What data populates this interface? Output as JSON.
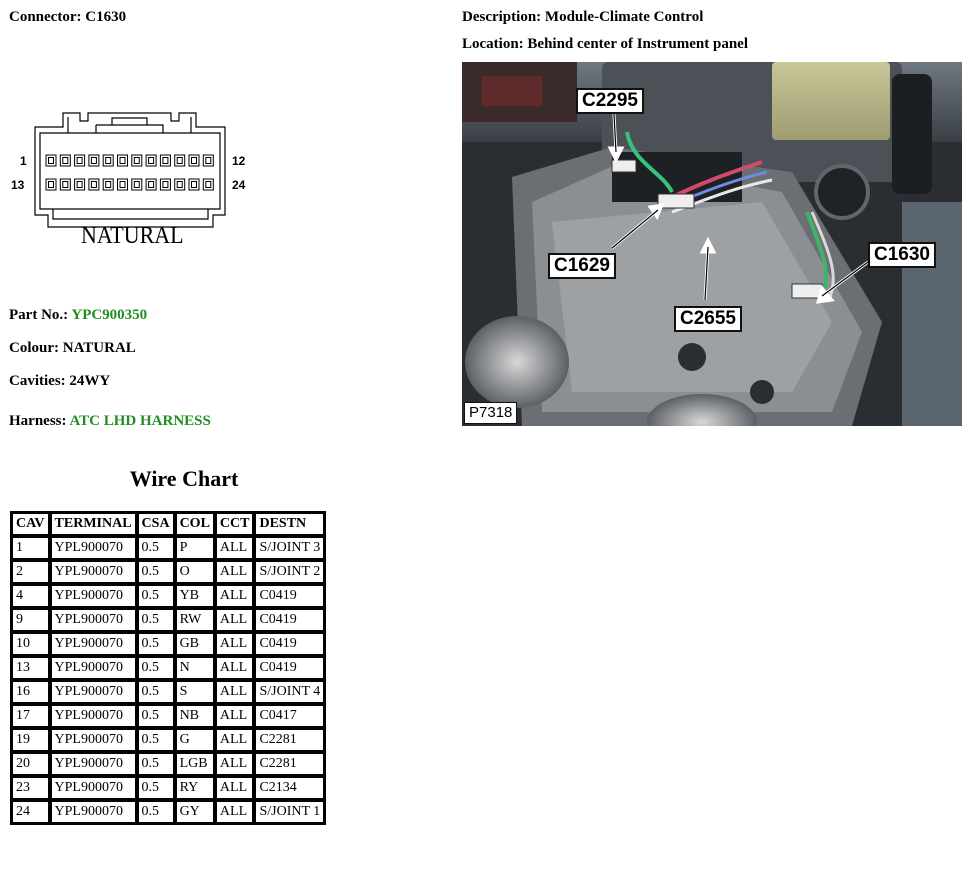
{
  "connector": {
    "label": "Connector:",
    "value": "C1630"
  },
  "description": {
    "label": "Description:",
    "value": "Module-Climate Control"
  },
  "location": {
    "label": "Location:",
    "value": "Behind center of Instrument panel"
  },
  "drawing": {
    "pin_left_top": "1",
    "pin_right_top": "12",
    "pin_left_bottom": "13",
    "pin_right_bottom": "24",
    "caption": "NATURAL"
  },
  "part_no": {
    "label": "Part No.:",
    "value": "YPC900350"
  },
  "colour": {
    "label": "Colour:",
    "value": "NATURAL"
  },
  "cavities": {
    "label": "Cavities:",
    "value": "24WY"
  },
  "harness": {
    "label": "Harness:",
    "value": "ATC LHD HARNESS"
  },
  "photo": {
    "callouts": [
      "C2295",
      "C1629",
      "C2655",
      "C1630"
    ],
    "id": "P7318"
  },
  "wire_chart": {
    "title": "Wire Chart",
    "headers": [
      "CAV",
      "TERMINAL",
      "CSA",
      "COL",
      "CCT",
      "DESTN"
    ],
    "rows": [
      [
        "1",
        "YPL900070",
        "0.5",
        "P",
        "ALL",
        "S/JOINT 3"
      ],
      [
        "2",
        "YPL900070",
        "0.5",
        "O",
        "ALL",
        "S/JOINT 2"
      ],
      [
        "4",
        "YPL900070",
        "0.5",
        "YB",
        "ALL",
        "C0419"
      ],
      [
        "9",
        "YPL900070",
        "0.5",
        "RW",
        "ALL",
        "C0419"
      ],
      [
        "10",
        "YPL900070",
        "0.5",
        "GB",
        "ALL",
        "C0419"
      ],
      [
        "13",
        "YPL900070",
        "0.5",
        "N",
        "ALL",
        "C0419"
      ],
      [
        "16",
        "YPL900070",
        "0.5",
        "S",
        "ALL",
        "S/JOINT 4"
      ],
      [
        "17",
        "YPL900070",
        "0.5",
        "NB",
        "ALL",
        "C0417"
      ],
      [
        "19",
        "YPL900070",
        "0.5",
        "G",
        "ALL",
        "C2281"
      ],
      [
        "20",
        "YPL900070",
        "0.5",
        "LGB",
        "ALL",
        "C2281"
      ],
      [
        "23",
        "YPL900070",
        "0.5",
        "RY",
        "ALL",
        "C2134"
      ],
      [
        "24",
        "YPL900070",
        "0.5",
        "GY",
        "ALL",
        "S/JOINT 1"
      ]
    ]
  },
  "colors": {
    "link_green": "#1f8f1f"
  }
}
